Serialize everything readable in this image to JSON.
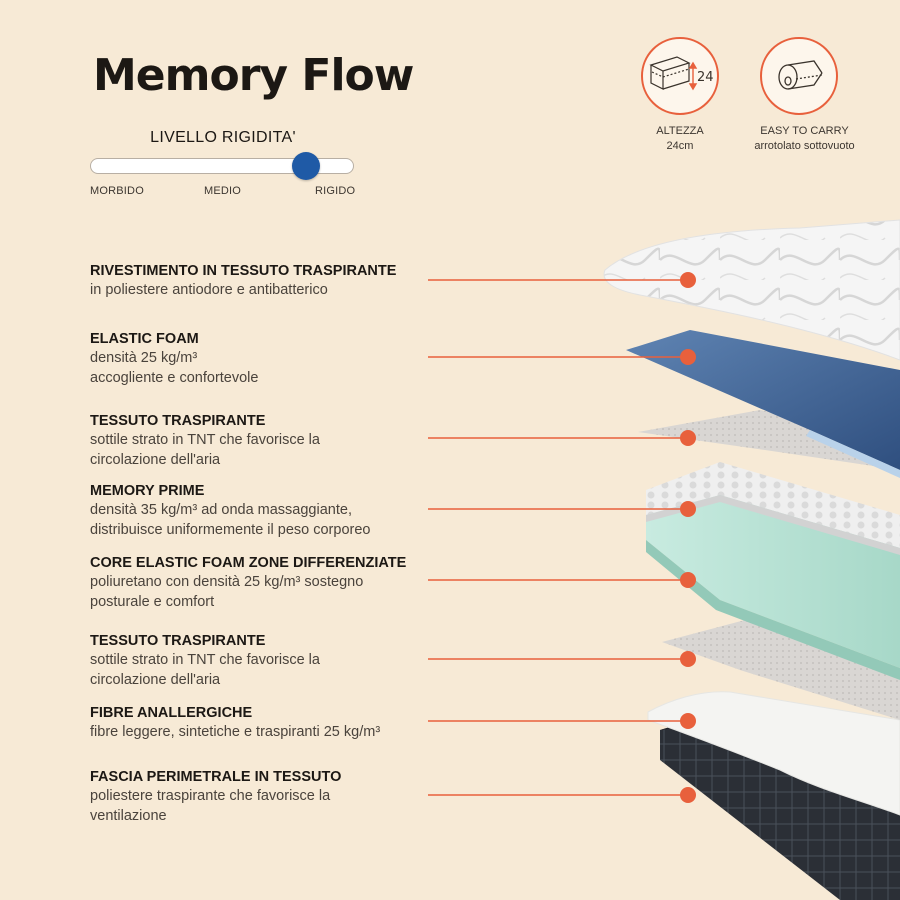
{
  "product": {
    "title": "Memory Flow"
  },
  "rigidity": {
    "label": "LIVELLO RIGIDITA'",
    "scale": [
      "MORBIDO",
      "MEDIO",
      "RIGIDO"
    ],
    "level": 0.82,
    "thumb_color": "#1f5aa6"
  },
  "badges": [
    {
      "icon": "mattress-height-icon",
      "value": "24",
      "caption_line1": "ALTEZZA",
      "caption_line2": "24cm"
    },
    {
      "icon": "rolled-mattress-icon",
      "caption_line1": "EASY TO CARRY",
      "caption_line2": "arrotolato sottovuoto"
    }
  ],
  "accent_color": "#e8603c",
  "layers": [
    {
      "title": "RIVESTIMENTO IN TESSUTO TRASPIRANTE",
      "desc": "in poliestere antiodore e antibatterico"
    },
    {
      "title": "ELASTIC FOAM",
      "desc": "densità 25 kg/m³\naccogliente e confortevole"
    },
    {
      "title": "TESSUTO TRASPIRANTE",
      "desc": "sottile strato in TNT che favorisce la\ncircolazione dell'aria"
    },
    {
      "title": "MEMORY PRIME",
      "desc": "densità 35 kg/m³ ad onda massaggiante,\ndistribuisce uniformemente il peso corporeo"
    },
    {
      "title": "CORE ELASTIC FOAM ZONE DIFFERENZIATE",
      "desc": "poliuretano con densità 25 kg/m³ sostegno\nposturale e comfort"
    },
    {
      "title": "TESSUTO TRASPIRANTE",
      "desc": "sottile strato in TNT che favorisce la\ncircolazione dell'aria"
    },
    {
      "title": "FIBRE ANALLERGICHE",
      "desc": "fibre leggere, sintetiche e traspiranti 25 kg/m³"
    },
    {
      "title": "FASCIA PERIMETRALE IN TESSUTO",
      "desc": "poliestere traspirante che favorisce la\nventilazione"
    }
  ]
}
